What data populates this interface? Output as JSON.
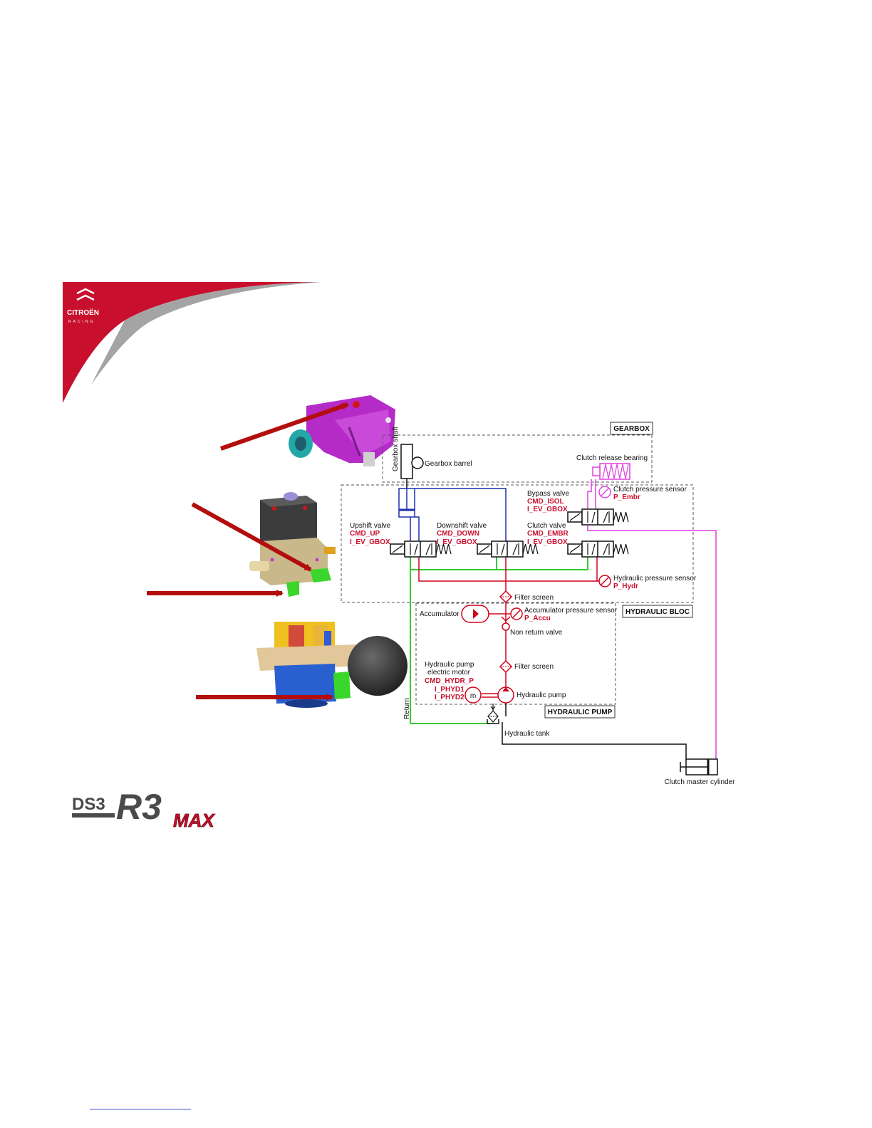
{
  "brand": {
    "citroen_racing_line1": "CITROËN",
    "citroen_racing_line2": "RACING",
    "ds3_prefix": "DS3",
    "model_text": "R3",
    "model_suffix": "MAX"
  },
  "sections": {
    "gearbox": "GEARBOX",
    "hydraulic_bloc": "HYDRAULIC BLOC",
    "hydraulic_pump": "HYDRAULIC PUMP"
  },
  "labels": {
    "gearbox_shaft": "Gearbox shaft",
    "gearbox_barrel": "Gearbox barrel",
    "clutch_release_bearing": "Clutch release bearing",
    "clutch_pressure_sensor": "Clutch pressure sensor",
    "p_embr": "P_Embr",
    "bypass_valve": "Bypass valve",
    "cmd_isol": "CMD_ISOL",
    "i_ev_gbox_bypass": "I_EV_GBOX",
    "upshift_valve": "Upshift valve",
    "cmd_up": "CMD_UP",
    "i_ev_gbox_up": "I_EV_GBOX",
    "downshift_valve": "Downshift valve",
    "cmd_down": "CMD_DOWN",
    "i_ev_gbox_down": "I_EV_GBOX",
    "clutch_valve": "Clutch valve",
    "cmd_embr": "CMD_EMBR",
    "i_ev_gbox_clutch": "I_EV_GBOX",
    "hydraulic_pressure_sensor": "Hydraulic pressure sensor",
    "p_hydr": "P_Hydr",
    "filter_screen_1": "Filter screen",
    "accumulator": "Accumulator",
    "accumulator_pressure_sensor": "Accumulator pressure sensor",
    "p_accu": "P_Accu",
    "non_return_valve": "Non return valve",
    "pump_motor_line1": "Hydraulic pump",
    "pump_motor_line2": "electric motor",
    "cmd_hydr_p": "CMD_HYDR_P",
    "i_phyd1": "I_PHYD1",
    "i_phyd2": "I_PHYD2",
    "motor_symbol": "m",
    "filter_screen_2": "Filter screen",
    "hydraulic_pump": "Hydraulic pump",
    "return": "Return",
    "hydraulic_tank": "Hydraulic tank",
    "clutch_master_cylinder": "Clutch master cylinder"
  },
  "colors": {
    "pressure_line": "#d0021b",
    "return_line": "#33cc33",
    "gearbox_line": "#1a2fb0",
    "clutch_line": "#e040e0",
    "arrow": "#b30d0d",
    "brand_red": "#c8102e"
  }
}
